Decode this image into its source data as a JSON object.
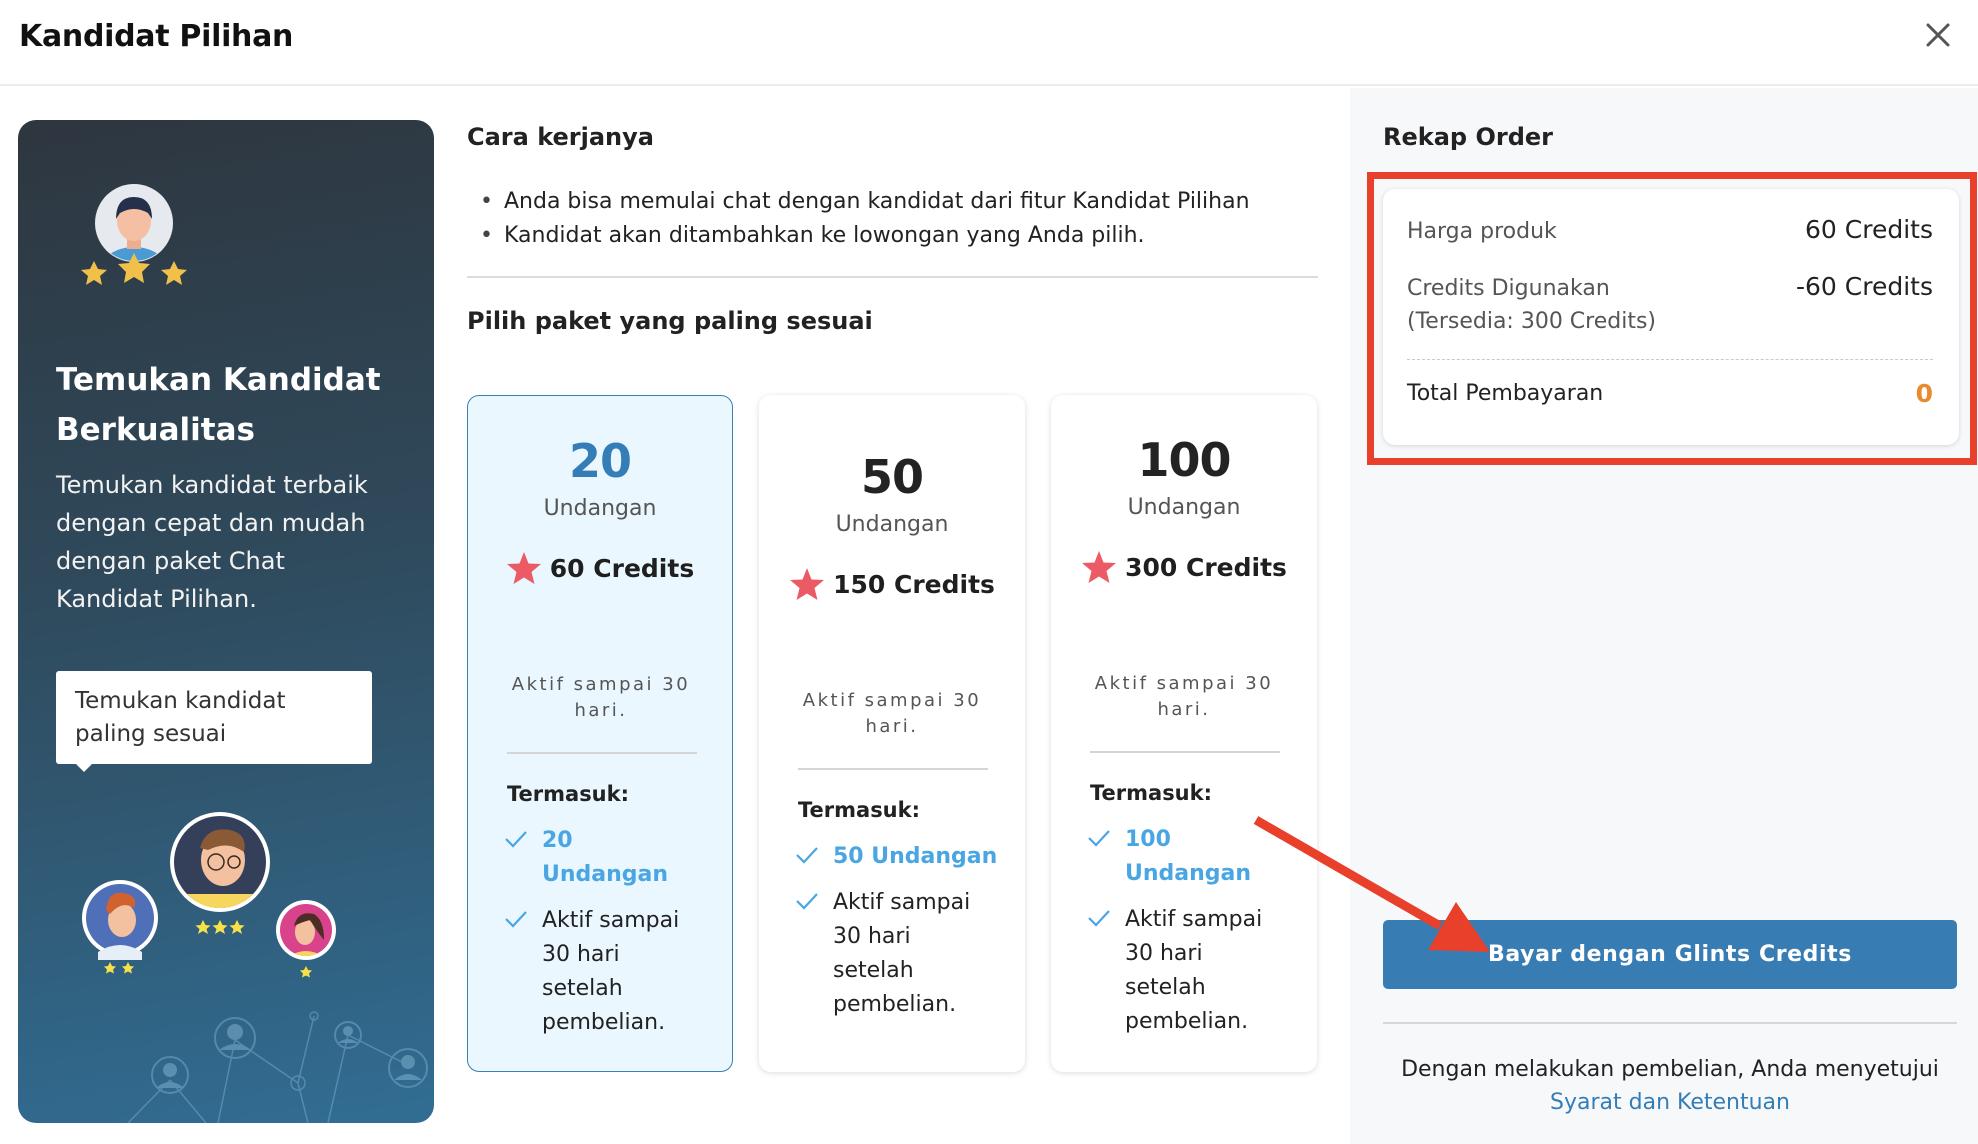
{
  "header": {
    "title": "Kandidat Pilihan",
    "close_icon": "close-icon"
  },
  "promo": {
    "title": "Temukan Kandidat Berkualitas",
    "description": "Temukan kandidat terbaik dengan cepat dan mudah dengan paket Chat Kandidat Pilihan.",
    "bubble": "Temukan kandidat paling sesuai",
    "star_color": "#f0c04a"
  },
  "how_it_works": {
    "title": "Cara kerjanya",
    "bullets": [
      "Anda bisa memulai chat dengan kandidat dari fitur Kandidat Pilihan",
      "Kandidat akan ditambahkan ke lowongan yang Anda pilih."
    ]
  },
  "packages": {
    "title": "Pilih paket yang paling sesuai",
    "items": [
      {
        "count": "20",
        "unit": "Undangan",
        "price": "60 Credits",
        "active": "Aktif sampai 30 hari.",
        "included_label": "Termasuk:",
        "features": [
          "20 Undangan",
          "Aktif sampai 30 hari setelah pembelian."
        ],
        "selected": true
      },
      {
        "count": "50",
        "unit": "Undangan",
        "price": "150 Credits",
        "active": "Aktif sampai 30 hari.",
        "included_label": "Termasuk:",
        "features": [
          "50 Undangan",
          "Aktif sampai 30 hari setelah pembelian."
        ],
        "selected": false
      },
      {
        "count": "100",
        "unit": "Undangan",
        "price": "300 Credits",
        "active": "Aktif sampai 30 hari.",
        "included_label": "Termasuk:",
        "features": [
          "100 Undangan",
          "Aktif sampai 30 hari setelah pembelian."
        ],
        "selected": false
      }
    ]
  },
  "order_summary": {
    "title": "Rekap Order",
    "product_price_label": "Harga produk",
    "product_price_value": "60 Credits",
    "credits_used_label": "Credits Digunakan",
    "credits_available": "(Tersedia: 300 Credits)",
    "credits_used_value": "-60 Credits",
    "total_label": "Total Pembayaran",
    "total_value": "0",
    "pay_button": "Bayar dengan Glints Credits",
    "terms_text": "Dengan melakukan pembelian, Anda menyetujui",
    "terms_link": "Syarat dan Ketentuan"
  },
  "colors": {
    "primary": "#377cb3",
    "accent_blue": "#4aa6e3",
    "total_orange": "#ea8a2e",
    "star_red": "#ec5a65",
    "annotation_red": "#e8402a"
  }
}
